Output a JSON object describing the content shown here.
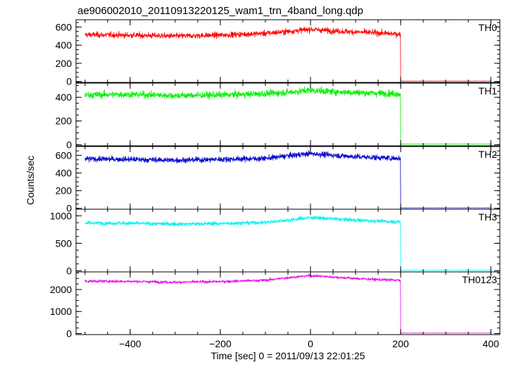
{
  "title": "ae906002010_20110913220125_wam1_trn_4band_long.qdp",
  "xlabel": "Time [sec] 0 = 2011/09/13 22:01:25",
  "ylabel": "Counts/sec",
  "chart_data": {
    "type": "line",
    "title": "ae906002010_20110913220125_wam1_trn_4band_long.qdp",
    "xlabel": "Time [sec] 0 = 2011/09/13 22:01:25",
    "ylabel": "Counts/sec",
    "xlim": [
      -520,
      420
    ],
    "x_ticks": [
      -400,
      -200,
      0,
      200,
      400
    ],
    "x_tick_labels": [
      "−400",
      "−200",
      "0",
      "200",
      "400"
    ],
    "data_start": -500,
    "trigger_time": 200,
    "data_end": 400,
    "grid": false,
    "panels": [
      {
        "name": "TH0",
        "color": "#ff0000",
        "ylim": [
          -10,
          680
        ],
        "y_ticks": [
          0,
          200,
          400,
          600
        ],
        "y_tick_labels": [
          "0",
          "200",
          "400",
          "600"
        ],
        "trend": [
          [
            -500,
            515
          ],
          [
            -400,
            510
          ],
          [
            -300,
            500
          ],
          [
            -200,
            510
          ],
          [
            -100,
            530
          ],
          [
            -40,
            555
          ],
          [
            0,
            575
          ],
          [
            40,
            560
          ],
          [
            100,
            545
          ],
          [
            150,
            535
          ],
          [
            198,
            520
          ]
        ],
        "noise_amplitude": 22,
        "post_trigger": 5
      },
      {
        "name": "TH1",
        "color": "#00ee00",
        "ylim": [
          -10,
          520
        ],
        "y_ticks": [
          0,
          200,
          400
        ],
        "y_tick_labels": [
          "0",
          "200",
          "400"
        ],
        "trend": [
          [
            -500,
            420
          ],
          [
            -400,
            425
          ],
          [
            -300,
            415
          ],
          [
            -200,
            420
          ],
          [
            -100,
            430
          ],
          [
            -40,
            445
          ],
          [
            0,
            460
          ],
          [
            40,
            450
          ],
          [
            100,
            440
          ],
          [
            150,
            435
          ],
          [
            198,
            430
          ]
        ],
        "noise_amplitude": 20,
        "post_trigger": 5
      },
      {
        "name": "TH2",
        "color": "#0000cc",
        "ylim": [
          -10,
          700
        ],
        "y_ticks": [
          0,
          200,
          400,
          600
        ],
        "y_tick_labels": [
          "0",
          "200",
          "400",
          "600"
        ],
        "trend": [
          [
            -500,
            560
          ],
          [
            -400,
            555
          ],
          [
            -300,
            545
          ],
          [
            -200,
            555
          ],
          [
            -100,
            565
          ],
          [
            -40,
            600
          ],
          [
            0,
            620
          ],
          [
            40,
            605
          ],
          [
            100,
            585
          ],
          [
            150,
            575
          ],
          [
            198,
            565
          ]
        ],
        "noise_amplitude": 22,
        "post_trigger": 5
      },
      {
        "name": "TH3",
        "color": "#00eeee",
        "ylim": [
          -20,
          1120
        ],
        "y_ticks": [
          0,
          500,
          1000
        ],
        "y_tick_labels": [
          "0",
          "500",
          "1000"
        ],
        "trend": [
          [
            -500,
            870
          ],
          [
            -400,
            865
          ],
          [
            -300,
            850
          ],
          [
            -200,
            860
          ],
          [
            -100,
            880
          ],
          [
            -40,
            930
          ],
          [
            0,
            970
          ],
          [
            40,
            950
          ],
          [
            100,
            920
          ],
          [
            150,
            905
          ],
          [
            198,
            890
          ]
        ],
        "noise_amplitude": 25,
        "post_trigger": 10
      },
      {
        "name": "TH0123",
        "color": "#ee00ee",
        "ylim": [
          -50,
          2800
        ],
        "y_ticks": [
          0,
          1000,
          2000
        ],
        "y_tick_labels": [
          "0",
          "1000",
          "2000"
        ],
        "trend": [
          [
            -500,
            2380
          ],
          [
            -400,
            2370
          ],
          [
            -300,
            2330
          ],
          [
            -200,
            2360
          ],
          [
            -100,
            2420
          ],
          [
            -40,
            2560
          ],
          [
            0,
            2630
          ],
          [
            40,
            2580
          ],
          [
            100,
            2500
          ],
          [
            150,
            2450
          ],
          [
            198,
            2420
          ]
        ],
        "noise_amplitude": 45,
        "post_trigger": 20
      }
    ]
  }
}
